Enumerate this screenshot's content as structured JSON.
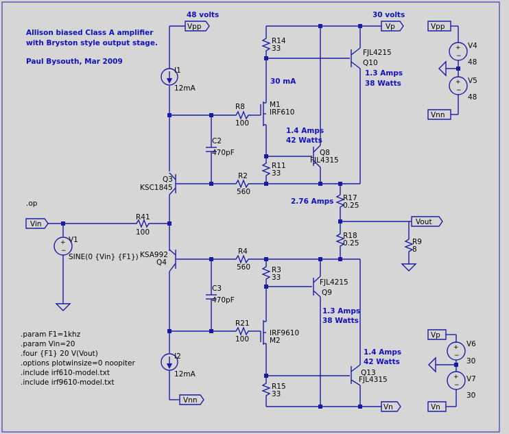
{
  "notes": {
    "line1": "Allison biased Class A amplifier",
    "line2": "with Bryston style output stage.",
    "author": "Paul Bysouth,  Mar 2009"
  },
  "annotations": {
    "v48": "48 volts",
    "v30": "30 volts",
    "ma30": "30 mA",
    "q10_amps": "1.3 Amps",
    "q10_watts": "38 Watts",
    "q8_amps": "1.4 Amps",
    "q8_watts": "42 Watts",
    "r17_amps": "2.76 Amps",
    "q9_amps": "1.3 Amps",
    "q9_watts": "38 Watts",
    "q13_amps": "1.4 Amps",
    "q13_watts": "42 Watts"
  },
  "flags": {
    "vpp_top": "Vpp",
    "vp_top": "Vp",
    "vpp_right": "Vpp",
    "vnn_right": "Vnn",
    "vin": "Vin",
    "vout": "Vout",
    "vnn_bottom": "Vnn",
    "vn_bottom": "Vn",
    "vp_right": "Vp",
    "vn_right": "Vn"
  },
  "components": {
    "I1": {
      "name": "I1",
      "value": "12mA"
    },
    "I2": {
      "name": "I2",
      "value": "12mA"
    },
    "R14": {
      "name": "R14",
      "value": "33"
    },
    "R8": {
      "name": "R8",
      "value": "100"
    },
    "M1": {
      "name": "M1",
      "value": "IRF610"
    },
    "Q10": {
      "name": "Q10",
      "value": "FJL4215"
    },
    "C2": {
      "name": "C2",
      "value": "470pF"
    },
    "Q8": {
      "name": "Q8",
      "value": "FJL4315"
    },
    "R11": {
      "name": "R11",
      "value": "33"
    },
    "Q3": {
      "name": "Q3",
      "value": "KSC1845"
    },
    "R2": {
      "name": "R2",
      "value": "560"
    },
    "R17": {
      "name": "R17",
      "value": "0.25"
    },
    "R41": {
      "name": "R41",
      "value": "100"
    },
    "V1": {
      "name": "V1",
      "value": "SINE(0 {Vin} {F1})"
    },
    "R18": {
      "name": "R18",
      "value": "0.25"
    },
    "R9": {
      "name": "R9",
      "value": "8"
    },
    "Q4": {
      "name": "Q4",
      "value": "KSA992"
    },
    "R4": {
      "name": "R4",
      "value": "560"
    },
    "R3": {
      "name": "R3",
      "value": "33"
    },
    "Q9": {
      "name": "Q9",
      "value": "FJL4215"
    },
    "C3": {
      "name": "C3",
      "value": "470pF"
    },
    "R21": {
      "name": "R21",
      "value": "100"
    },
    "M2": {
      "name": "M2",
      "value": "IRF9610"
    },
    "Q13": {
      "name": "Q13",
      "value": "FJL4315"
    },
    "R15": {
      "name": "R15",
      "value": "33"
    },
    "V4": {
      "name": "V4",
      "value": "48"
    },
    "V5": {
      "name": "V5",
      "value": "48"
    },
    "V6": {
      "name": "V6",
      "value": "30"
    },
    "V7": {
      "name": "V7",
      "value": "30"
    }
  },
  "directives": {
    "op": ".op",
    "d1": ".param  F1=1khz",
    "d2": ".param  Vin=20",
    "d3": ".four  {F1}  20  V(Vout)",
    "d4": ".options  plotwinsize=0  noopiter",
    "d5": ".include irf610-model.txt",
    "d6": ".include irf9610-model.txt"
  }
}
